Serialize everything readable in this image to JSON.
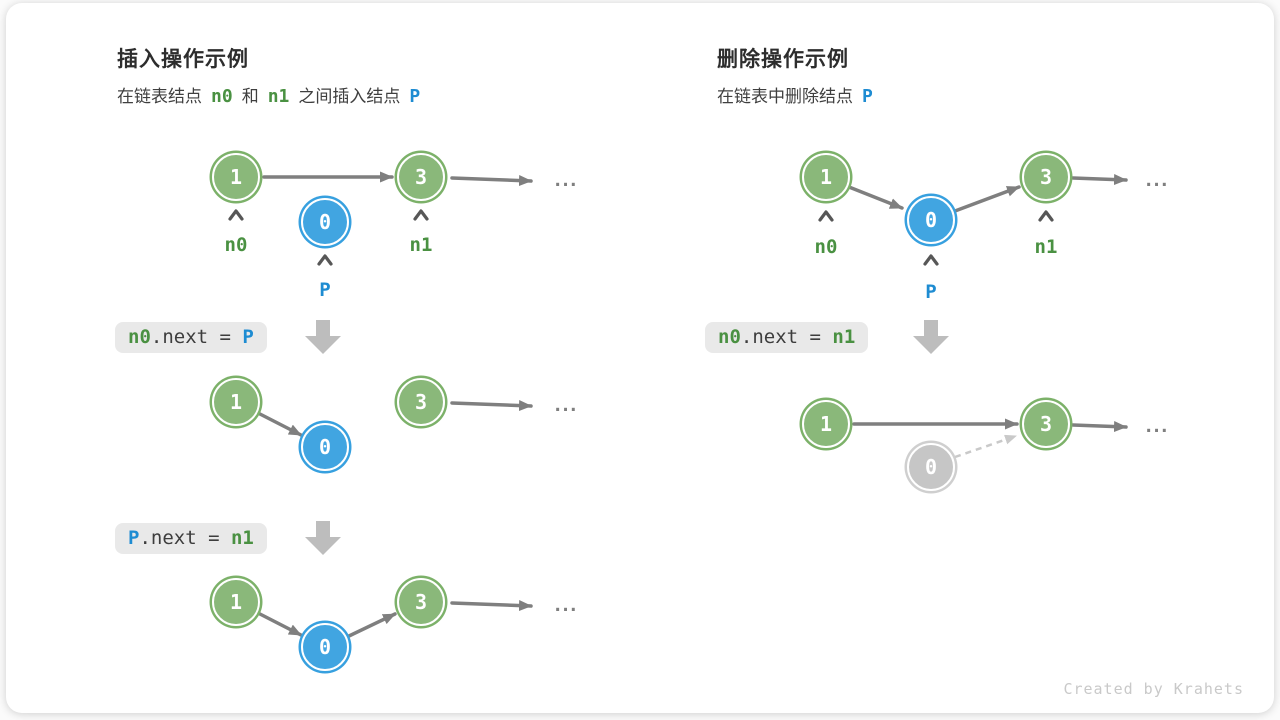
{
  "insert": {
    "title": "插入操作示例",
    "subtitle": {
      "part1": "在链表结点",
      "token1": "n0",
      "part2": "和",
      "token2": "n1",
      "part3": "之间插入结点",
      "token3": "P"
    },
    "node_values": {
      "one": "1",
      "zero": "0",
      "three": "3"
    },
    "pointer_labels": {
      "n0": "n0",
      "n1": "n1",
      "p": "P"
    },
    "ellipsis": "...",
    "code1": {
      "lhs": "n0",
      "mid": ".next = ",
      "rhs": "P"
    },
    "code2": {
      "lhs": "P",
      "mid": ".next = ",
      "rhs": "n1"
    }
  },
  "remove": {
    "title": "删除操作示例",
    "subtitle": {
      "part1": "在链表中删除结点",
      "token1": "P"
    },
    "node_values": {
      "one": "1",
      "zero": "0",
      "three": "3"
    },
    "pointer_labels": {
      "n0": "n0",
      "n1": "n1",
      "p": "P"
    },
    "ellipsis": "...",
    "code1": {
      "lhs": "n0",
      "mid": ".next = ",
      "rhs": "n1"
    }
  },
  "footer": {
    "credit": "Created by Krahets"
  },
  "colors": {
    "node_green": "#8ab87a",
    "node_blue": "#41a5e1",
    "node_gray": "#c6c6c6",
    "arrow_gray": "#7f7f7f",
    "dashed_gray": "#c9c9c9",
    "label_green": "#4a9142",
    "label_blue": "#1e8cd2",
    "code_bg": "#e9e9e9",
    "block_arrow": "#bdbdbd",
    "watermark": "#c9c9c9"
  }
}
